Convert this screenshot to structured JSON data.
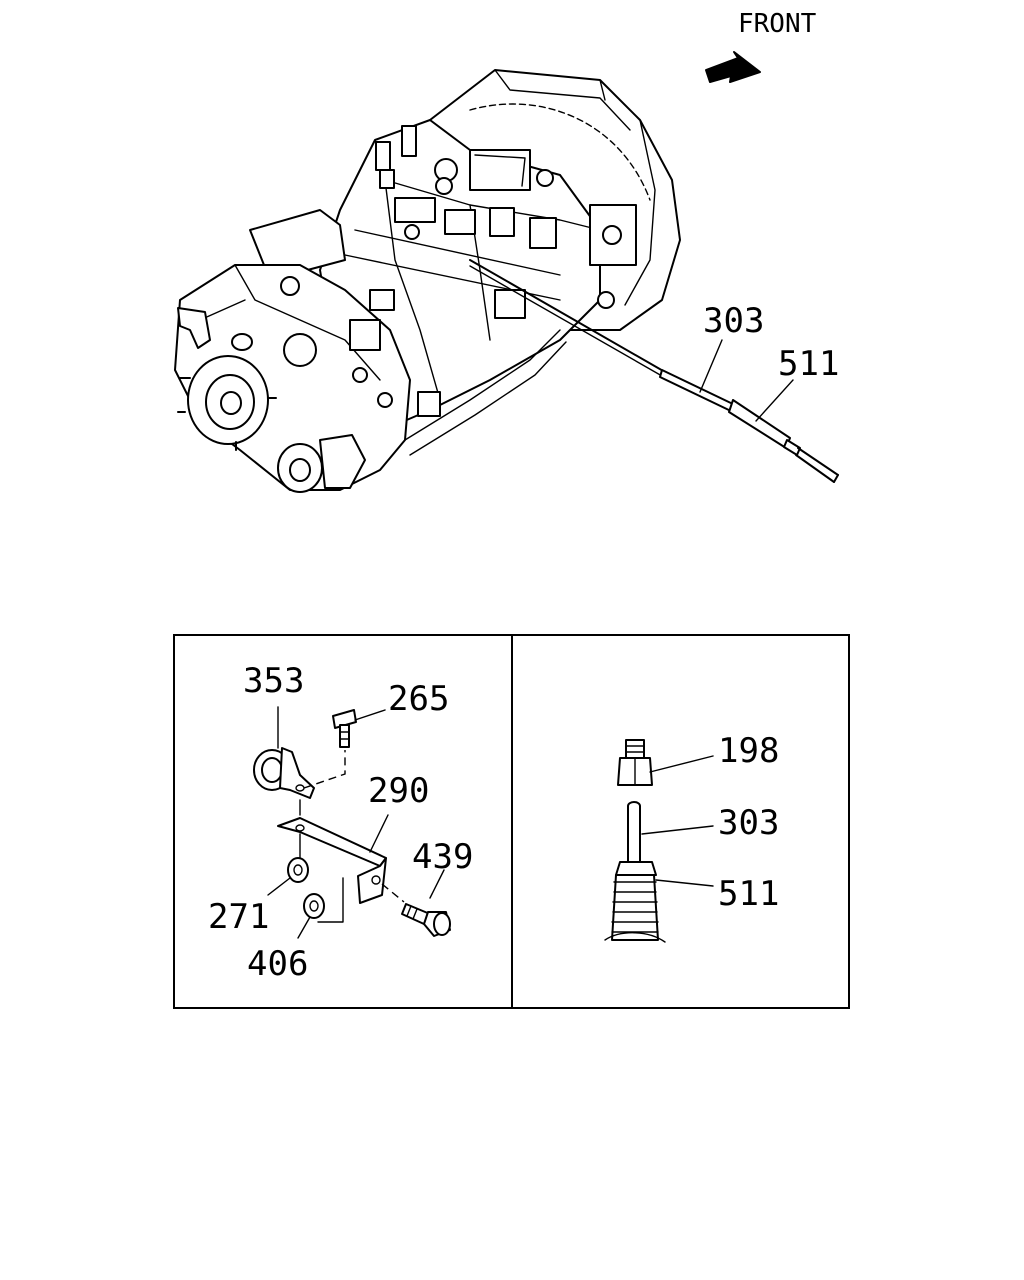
{
  "direction_label": "FRONT",
  "callouts": {
    "main": {
      "c303": "303",
      "c511": "511"
    },
    "inset_left": {
      "c353": "353",
      "c265": "265",
      "c290": "290",
      "c439": "439",
      "c271": "271",
      "c406": "406"
    },
    "inset_right": {
      "c198": "198",
      "c303": "303",
      "c511": "511"
    }
  },
  "icons": [
    "front-arrow-icon"
  ]
}
